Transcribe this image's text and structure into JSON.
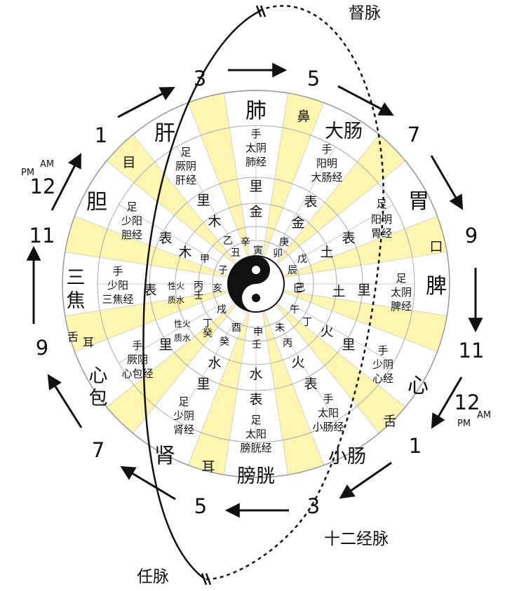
{
  "labels": {
    "du_mai": "督脉",
    "ren_mai": "任脉",
    "twelve_meridians": "十二经脉"
  },
  "ampm": [
    "PM",
    "AM"
  ],
  "clock_hours": [
    "3",
    "5",
    "7",
    "9",
    "11",
    "12",
    "1",
    "3",
    "5",
    "7",
    "9",
    "11",
    "12",
    "1"
  ],
  "organs": {
    "lung": "肺",
    "large_intestine": "大肠",
    "stomach": "胃",
    "spleen": "脾",
    "heart": "心",
    "small_intestine": "小肠",
    "bladder": "膀胱",
    "kidney": "肾",
    "pericardium": [
      "心",
      "包"
    ],
    "san_jiao": [
      "三",
      "焦"
    ],
    "gallbladder": "胆",
    "liver": "肝"
  },
  "sense_organs": {
    "nose": "鼻",
    "mouth": "口",
    "tongue_right": "舌",
    "ear_bottom": "耳",
    "tongue_left": "舌",
    "ear_left": "耳",
    "eye": "目"
  },
  "meridians": {
    "lung": [
      "手",
      "太阴",
      "肺经"
    ],
    "large_intestine": [
      "手",
      "阳明",
      "大肠经"
    ],
    "stomach": [
      "足",
      "阳明",
      "胃经"
    ],
    "spleen": [
      "足",
      "太阴",
      "脾经"
    ],
    "heart": [
      "手",
      "少阴",
      "心经"
    ],
    "small_intestine": [
      "手",
      "太阳",
      "小肠经"
    ],
    "bladder": [
      "足",
      "太阳",
      "膀胱经"
    ],
    "kidney": [
      "足",
      "少阴",
      "肾经"
    ],
    "pericardium": [
      "手",
      "厥阴",
      "心包经"
    ],
    "san_jiao": [
      "手",
      "少阳",
      "三焦经"
    ],
    "gallbladder": [
      "足",
      "少阳",
      "胆经"
    ],
    "liver": [
      "足",
      "厥阴",
      "肝经"
    ]
  },
  "biao_li": {
    "biao": "表",
    "li": "里"
  },
  "elements": {
    "wood": "木",
    "fire": "火",
    "earth": "土",
    "metal": "金",
    "water": "水"
  },
  "fire_nature": {
    "fire": "性火",
    "water": "质水"
  },
  "stems": {
    "jia": "甲",
    "yi": "乙",
    "bing": "丙",
    "ding": "丁",
    "wu": "戊",
    "ji": "己",
    "geng": "庚",
    "xin": "辛",
    "ren": "壬",
    "gui": "癸"
  },
  "branches": {
    "zi": "子",
    "chou": "丑",
    "yin": "寅",
    "mao": "卯",
    "chen": "辰",
    "si": "巳",
    "wu": "午",
    "wei": "未",
    "shen": "申",
    "you": "酉",
    "xu": "戌",
    "hai": "亥"
  }
}
